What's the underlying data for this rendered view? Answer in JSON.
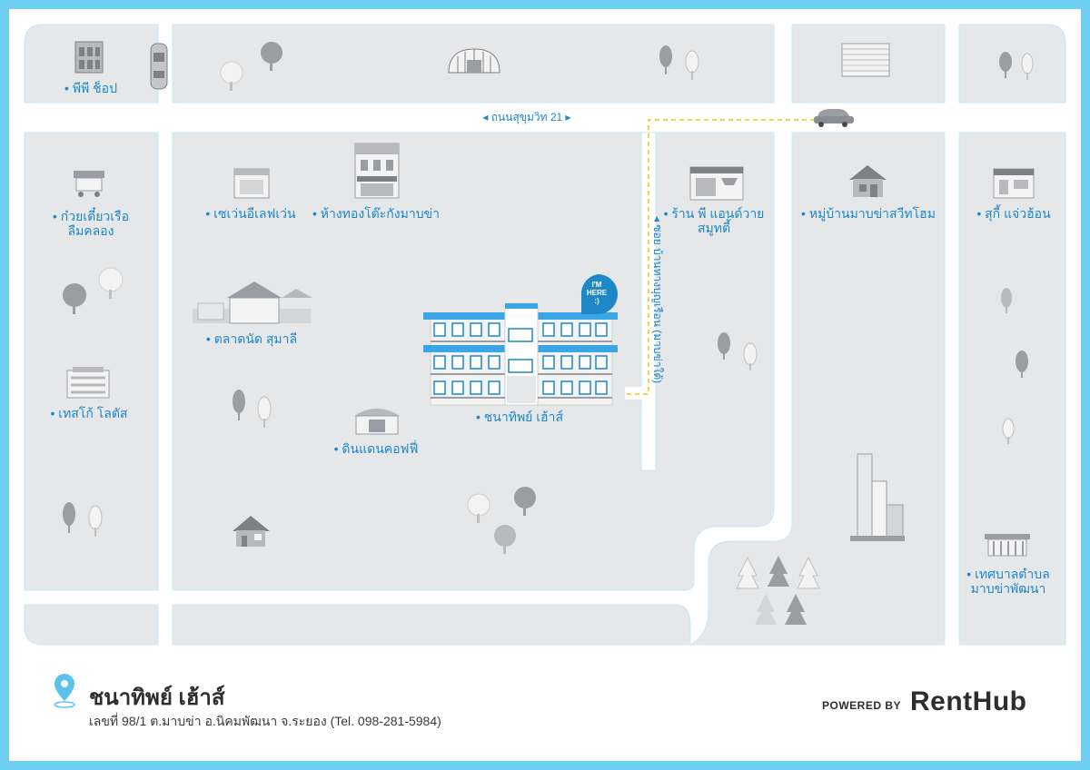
{
  "colors": {
    "border": "#6fcff3",
    "block": "#e6e7e8",
    "road": "#ffffff",
    "road_edge": "#bfe5f6",
    "label": "#1d87c7",
    "route": "#f5d547",
    "pin": "#5bc2ee"
  },
  "streets": {
    "main": "◂ ถนนสุขุมวิท 21 ▸",
    "soi": "◂ ซอย บ้านทางบุญเรือน (มาบข่าใต้)"
  },
  "places": {
    "pp_shop": "• พีพี ช็อป",
    "noodle_1": "• ก๋วยเตี๋ยวเรือ",
    "noodle_2": "ลืมคลอง",
    "tesco": "• เทสโก้ โลตัส",
    "seven": "• เซเว่นอีเลฟเว่น",
    "gold": "• ห้างทองโต๊ะกังมาบข่า",
    "market": "• ตลาดนัด สุมาลี",
    "coffee": "• ดินแดนคอฟฟี่",
    "shop_1": "• ร้าน พี แอนด์วาย",
    "shop_2": "สมูทตี้",
    "village": "• หมู่บ้านมาบข่าสวีทโฮม",
    "suki": "• สุกี้ แจ่วฮ้อน",
    "municipal_1": "• เทศบาลตำบล",
    "municipal_2": "มาบข่าพัฒนา",
    "main_building": "• ชนาทิพย์ เฮ้าส์"
  },
  "badge": {
    "line1": "I'M",
    "line2": "HERE",
    "line3": ":)"
  },
  "footer": {
    "title": "ชนาทิพย์ เฮ้าส์",
    "address": "เลขที่ 98/1 ต.มาบข่า อ.นิคมพัฒนา จ.ระยอง (Tel. 098-281-5984)",
    "powered": "POWERED BY",
    "brand": "RentHub"
  }
}
